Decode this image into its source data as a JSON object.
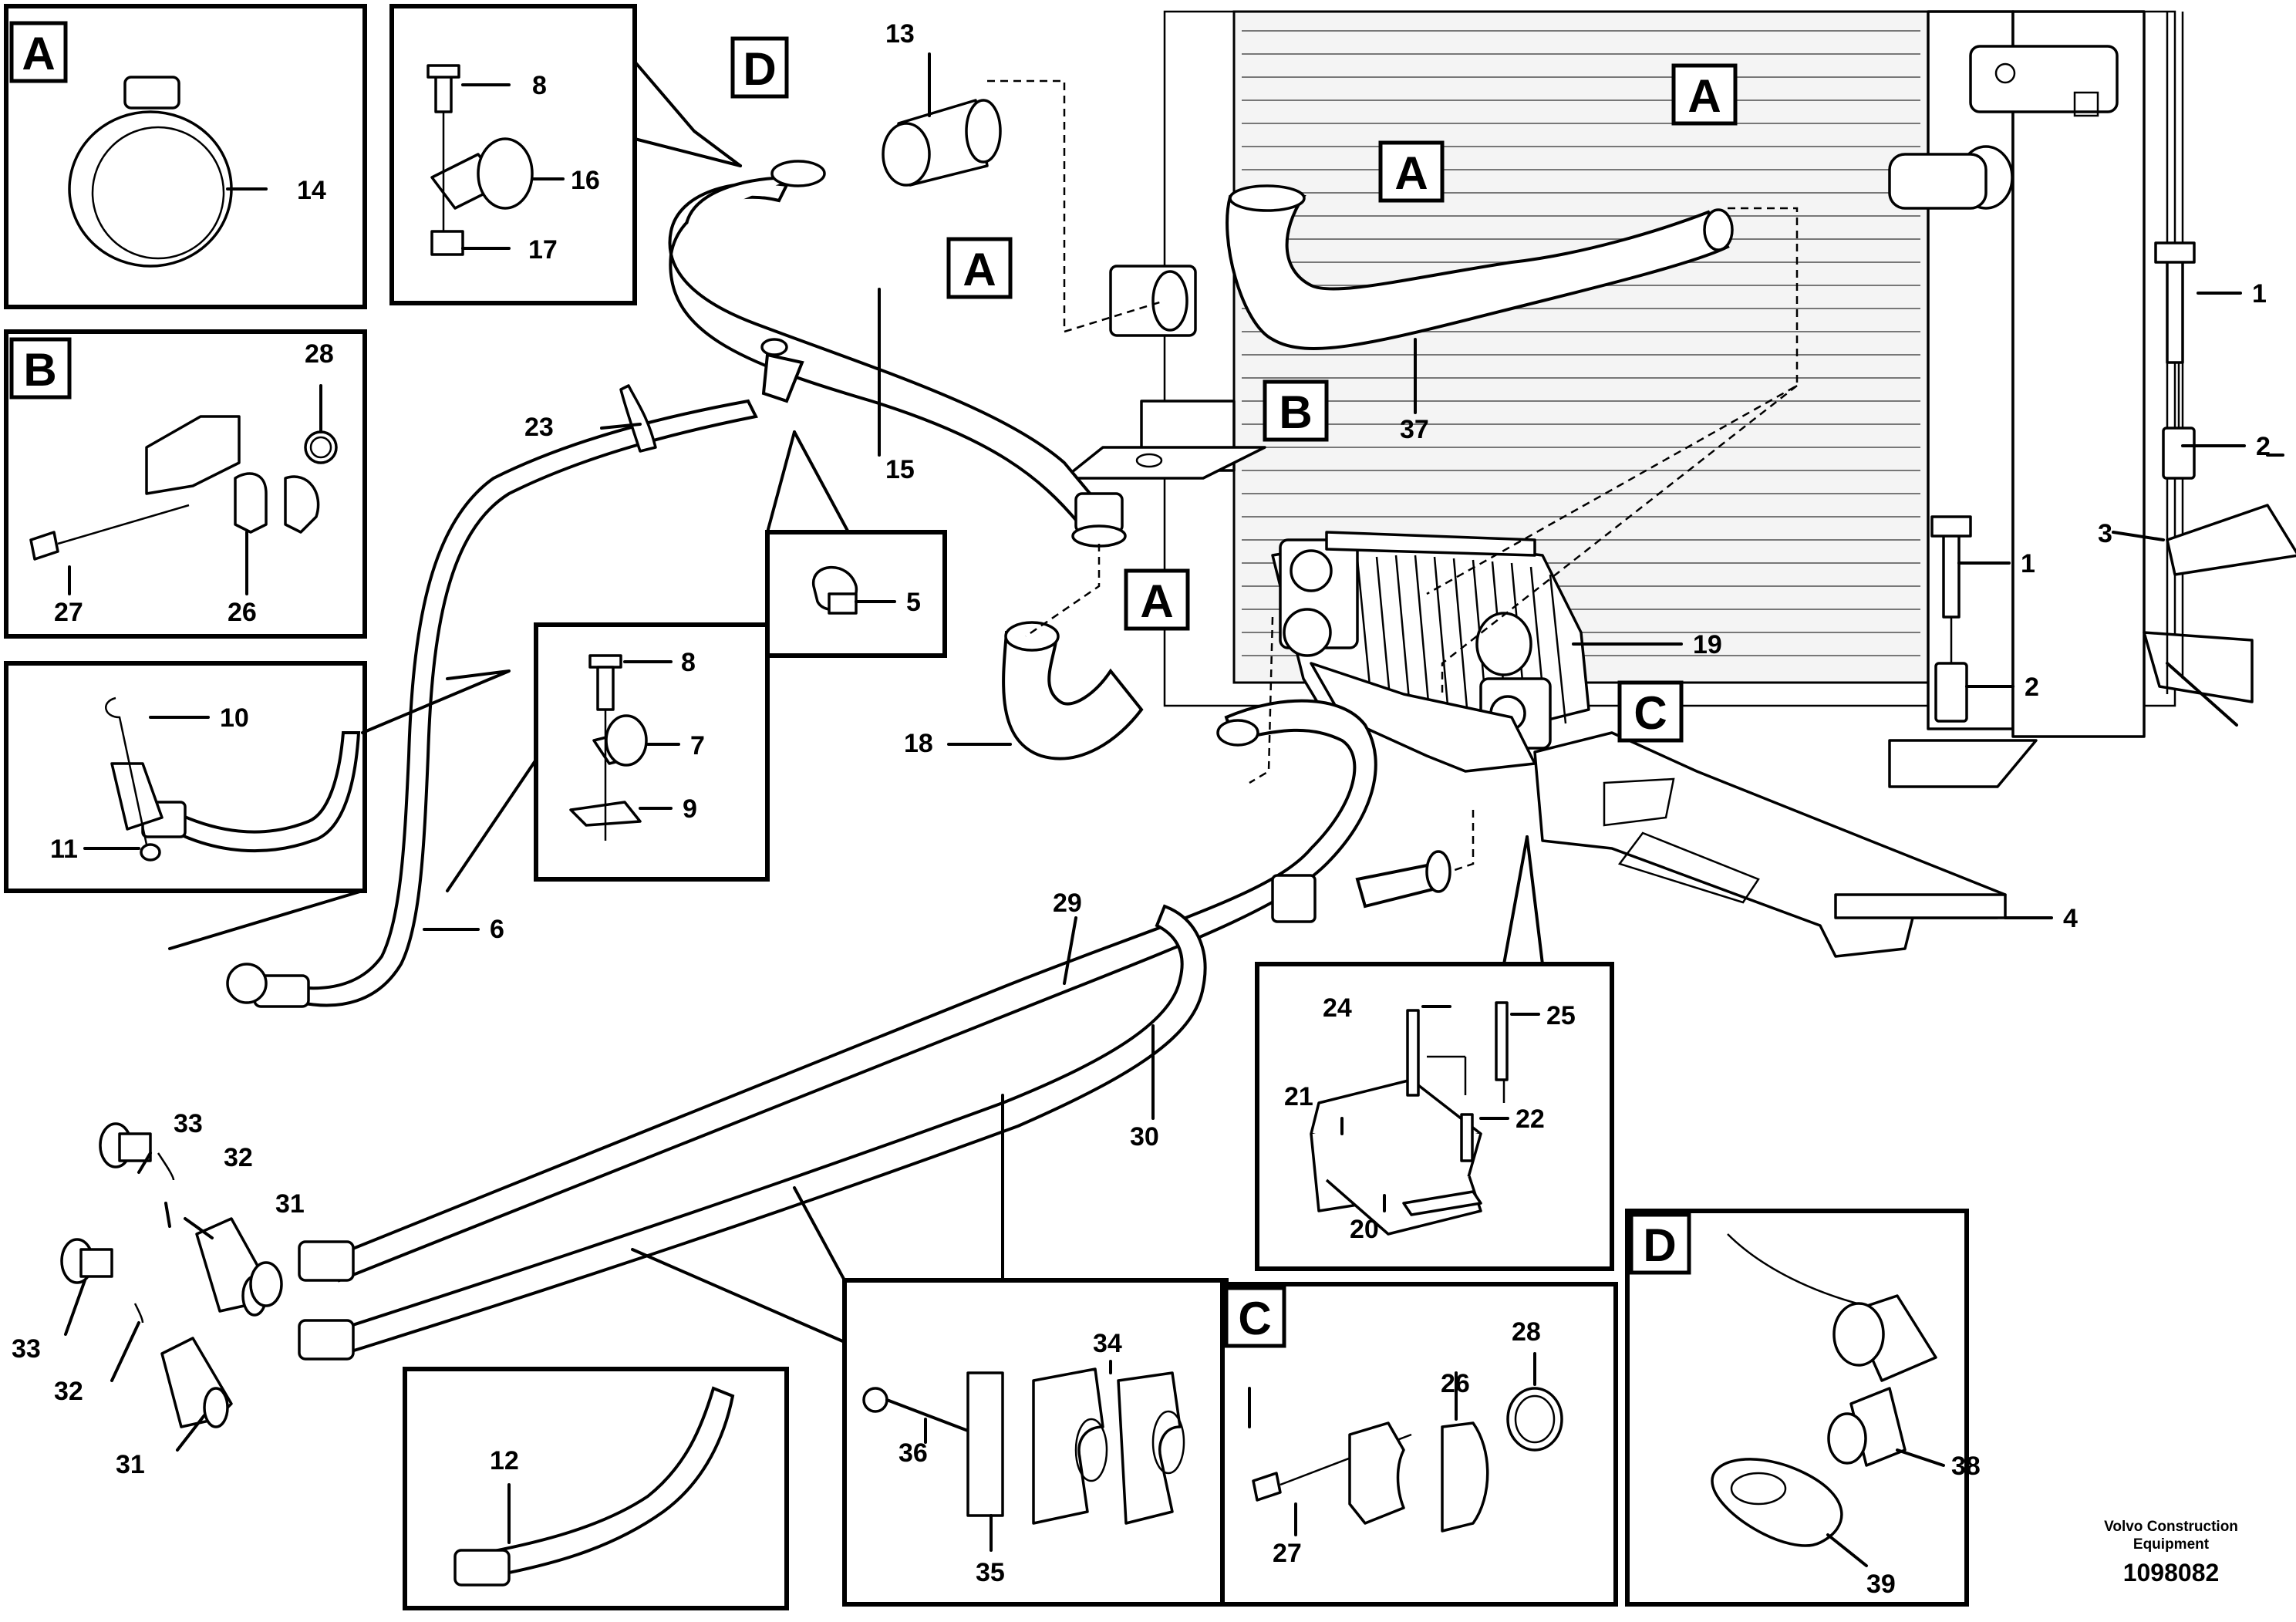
{
  "detail_tags": {
    "a": "A",
    "b": "B",
    "c": "C",
    "d": "D"
  },
  "callouts": {
    "p1": "1",
    "p2": "2",
    "p3": "3",
    "p4": "4",
    "p5": "5",
    "p6": "6",
    "p7": "7",
    "p8": "8",
    "p9": "9",
    "p10": "10",
    "p11": "11",
    "p12": "12",
    "p13": "13",
    "p14": "14",
    "p15": "15",
    "p16": "16",
    "p17": "17",
    "p18": "18",
    "p19": "19",
    "p20": "20",
    "p21": "21",
    "p22": "22",
    "p23": "23",
    "p24": "24",
    "p25": "25",
    "p26": "26",
    "p27": "27",
    "p28": "28",
    "p29": "29",
    "p30": "30",
    "p31": "31",
    "p32": "32",
    "p33": "33",
    "p34": "34",
    "p35": "35",
    "p36": "36",
    "p37": "37",
    "p38": "38",
    "p39": "39"
  },
  "footer": {
    "manufacturer_line1": "Volvo Construction",
    "manufacturer_line2": "Equipment",
    "document_id": "1098082"
  }
}
